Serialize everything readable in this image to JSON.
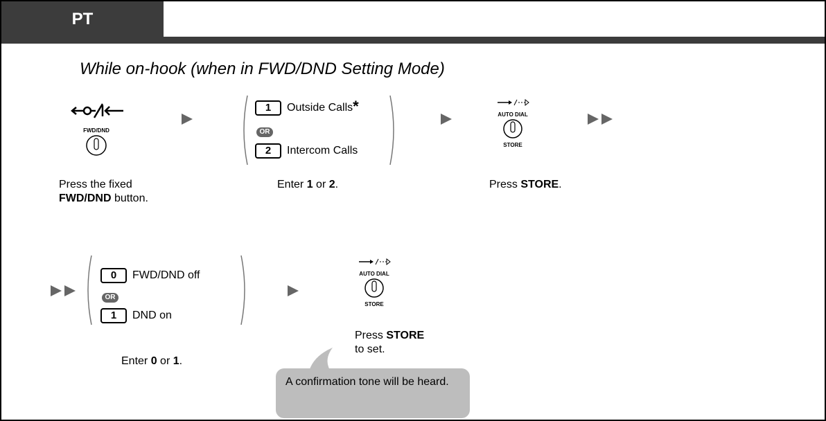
{
  "tab_label": "PT",
  "subtitle": "While on-hook (when in FWD/DND Setting Mode)",
  "step1": {
    "button_label": "FWD/DND",
    "caption_line1": "Press the fixed",
    "caption_bold": "FWD/DND",
    "caption_rest": " button."
  },
  "step2": {
    "option1_key": "1",
    "option1_label": "Outside Calls",
    "option1_note": "*",
    "or_label": "OR",
    "option2_key": "2",
    "option2_label": "Intercom Calls",
    "caption_pre": "Enter ",
    "caption_b1": "1",
    "caption_mid": " or ",
    "caption_b2": "2",
    "caption_post": "."
  },
  "step3": {
    "top_label": "AUTO DIAL",
    "bottom_label": "STORE",
    "caption_pre": "Press ",
    "caption_bold": "STORE",
    "caption_post": "."
  },
  "step4": {
    "option1_key": "0",
    "option1_label": "FWD/DND off",
    "or_label": "OR",
    "option2_key": "1",
    "option2_label": "DND on",
    "caption_pre": "Enter ",
    "caption_b1": "0",
    "caption_mid": " or ",
    "caption_b2": "1",
    "caption_post": "."
  },
  "step5": {
    "top_label": "AUTO DIAL",
    "bottom_label": "STORE",
    "caption_pre": "Press ",
    "caption_bold": "STORE",
    "caption_line2": "to set."
  },
  "note": "A confirmation tone will be heard.",
  "colors": {
    "tab": "#3c3c3c",
    "bubble": "#bdbdbd",
    "arrow": "#666666"
  }
}
